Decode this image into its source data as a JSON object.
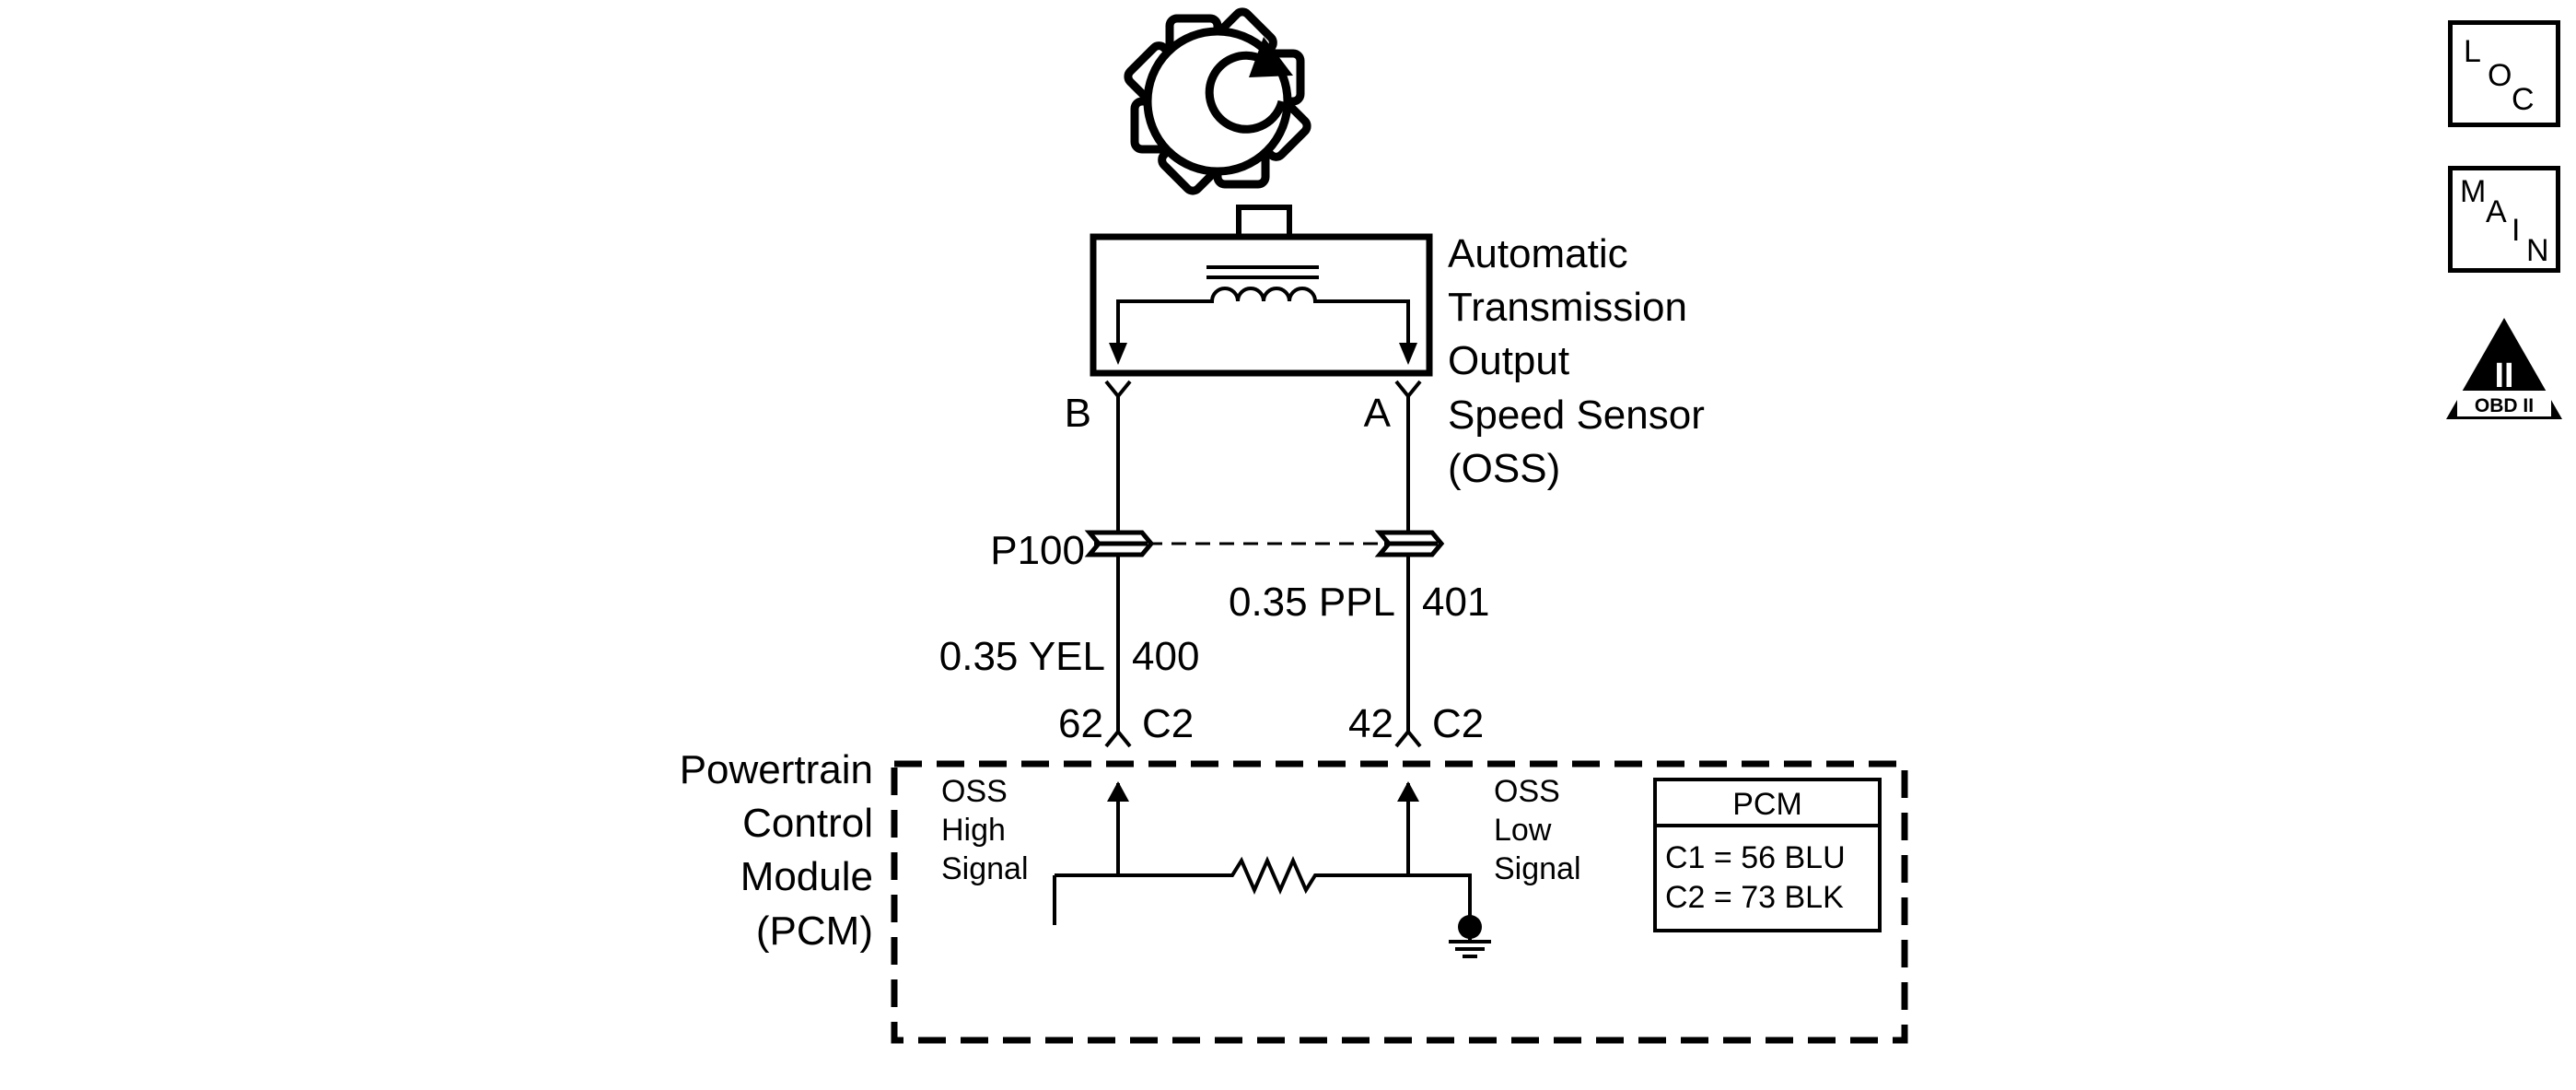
{
  "sensor": {
    "name_lines": [
      "Automatic",
      "Transmission",
      "Output",
      "Speed Sensor",
      "(OSS)"
    ],
    "terminal_b": "B",
    "terminal_a": "A"
  },
  "connector": {
    "label": "P100"
  },
  "wires": {
    "left": {
      "gauge_color": "0.35 YEL",
      "circuit": "400",
      "pin": "62",
      "connector": "C2"
    },
    "right": {
      "gauge_color": "0.35 PPL",
      "circuit": "401",
      "pin": "42",
      "connector": "C2"
    }
  },
  "module": {
    "name_lines": [
      "Powertrain",
      "Control",
      "Module",
      "(PCM)"
    ],
    "high_signal_lines": [
      "OSS",
      "High",
      "Signal"
    ],
    "low_signal_lines": [
      "OSS",
      "Low",
      "Signal"
    ]
  },
  "pcm_legend": {
    "title": "PCM",
    "rows": [
      "C1 = 56 BLU",
      "C2 = 73 BLK"
    ]
  },
  "nav": {
    "loc": [
      "L",
      "O",
      "C"
    ],
    "main": [
      "M",
      "A",
      "I",
      "N"
    ],
    "obd": {
      "numeral": "II",
      "label": "OBD II"
    }
  }
}
